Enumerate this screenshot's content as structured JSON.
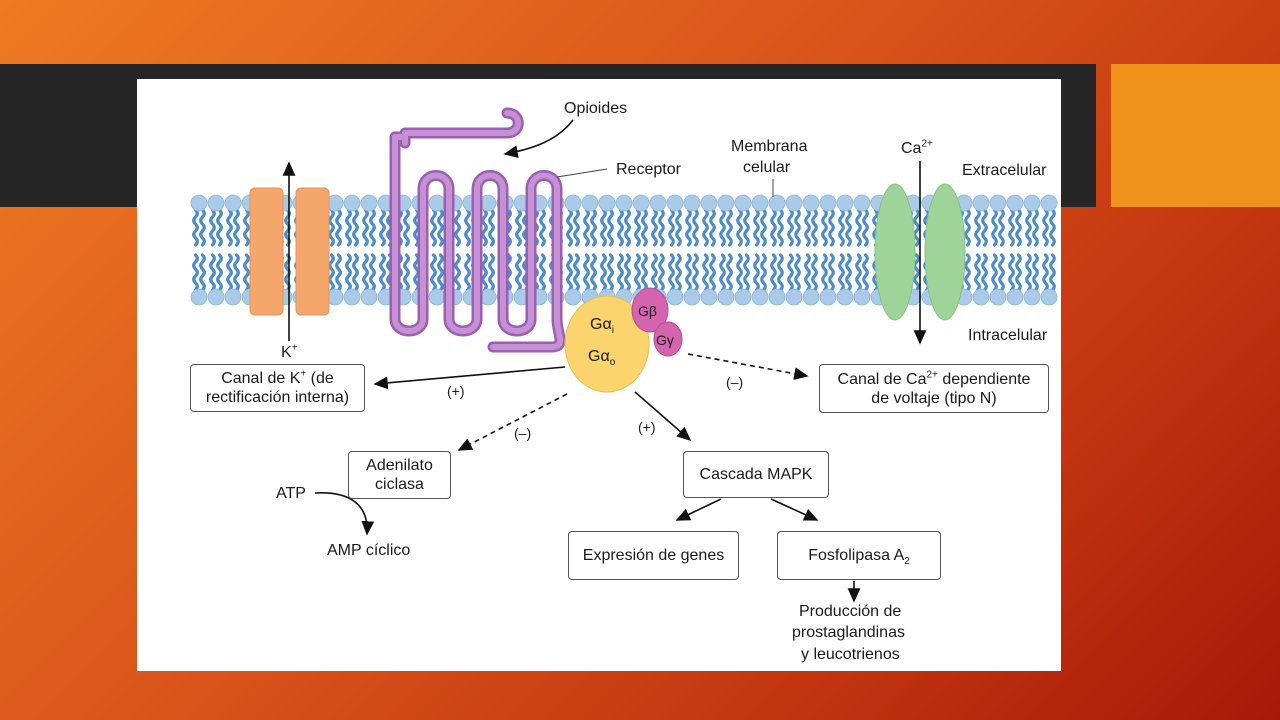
{
  "figure": {
    "labels": {
      "opioides": "Opioides",
      "receptor": "Receptor",
      "membrana_1": "Membrana",
      "membrana_2": "celular",
      "ca_ion": "Ca",
      "ca_charge": "2+",
      "extracelular": "Extracelular",
      "intracelular": "Intracelular",
      "k_ion": "K",
      "k_charge": "+",
      "g_alpha_i": "Gα",
      "g_alpha_i_sub": "i",
      "g_alpha_o": "Gα",
      "g_alpha_o_sub": "o",
      "g_beta": "Gβ",
      "g_gamma": "Gγ",
      "sign_k_channel": "(+)",
      "sign_ca_channel": "(–)",
      "sign_adenylate": "(–)",
      "sign_mapk": "(+)",
      "atp": "ATP",
      "amp": "AMP cíclico",
      "produccion_1": "Producción de",
      "produccion_2": "prostaglandinas",
      "produccion_3": "y leucotrienos"
    },
    "boxes": {
      "k_channel_1a": "Canal de K",
      "k_channel_1b": "+",
      "k_channel_1c": " (de",
      "k_channel_2": "rectificación interna)",
      "ca_channel_1a": "Canal de Ca",
      "ca_channel_1b": "2+",
      "ca_channel_1c": " dependiente",
      "ca_channel_2": "de voltaje (tipo N)",
      "adenylate_1": "Adenilato",
      "adenylate_2": "ciclasa",
      "mapk": "Cascada MAPK",
      "genes": "Expresión de genes",
      "fosfolipasa": "Fosfolipasa A",
      "fosfolipasa_sub": "2"
    },
    "colors": {
      "lipid_head": "#a9cbe8",
      "lipid_tail": "#4d8cc7",
      "k_channel": "#f5a66a",
      "ca_channel": "#9ed49a",
      "receptor": "#c690d4",
      "g_alpha": "#fbd46e",
      "g_beta_gamma": "#d364ad"
    }
  }
}
